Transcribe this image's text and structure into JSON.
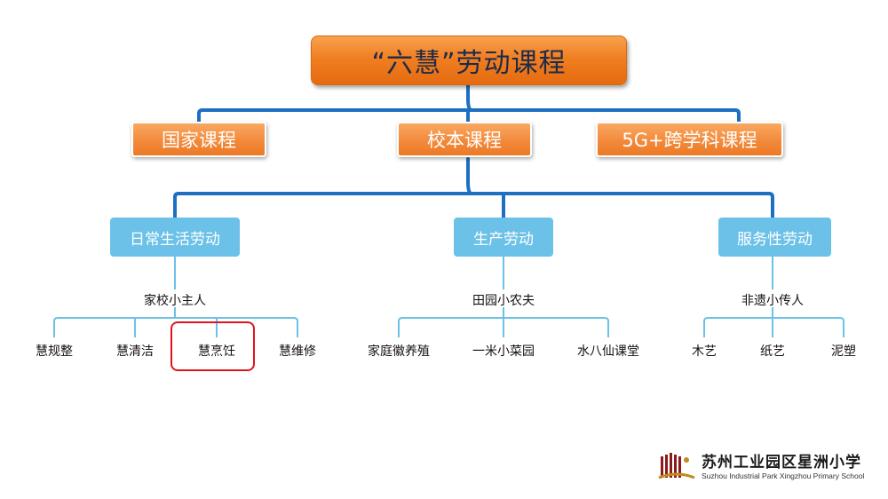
{
  "title": "“六慧”劳动课程",
  "level1": [
    "国家课程",
    "校本课程",
    "5G+跨学科课程"
  ],
  "level2": [
    {
      "label": "日常生活劳动",
      "sub": "家校小主人",
      "leaves": [
        "慧规整",
        "慧清洁",
        "慧烹饪",
        "慧维修"
      ]
    },
    {
      "label": "生产劳动",
      "sub": "田园小农夫",
      "leaves": [
        "家庭徽养殖",
        "一米小菜园",
        "水八仙课堂"
      ]
    },
    {
      "label": "服务性劳动",
      "sub": "非遗小传人",
      "leaves": [
        "木艺",
        "纸艺",
        "泥塑"
      ]
    }
  ],
  "highlighted_leaf": "慧烹饪",
  "school": {
    "name_cn": "苏州工业园区星洲小学",
    "name_en": "Suzhou Industrial Park Xingzhou Primary School"
  },
  "colors": {
    "connector_blue": "#1e6fc1",
    "thin_line_blue": "#6cc1e8",
    "title_orange": "#f07f22",
    "level2_blue": "#6cc1e8",
    "highlight_red": "#e0141e"
  }
}
